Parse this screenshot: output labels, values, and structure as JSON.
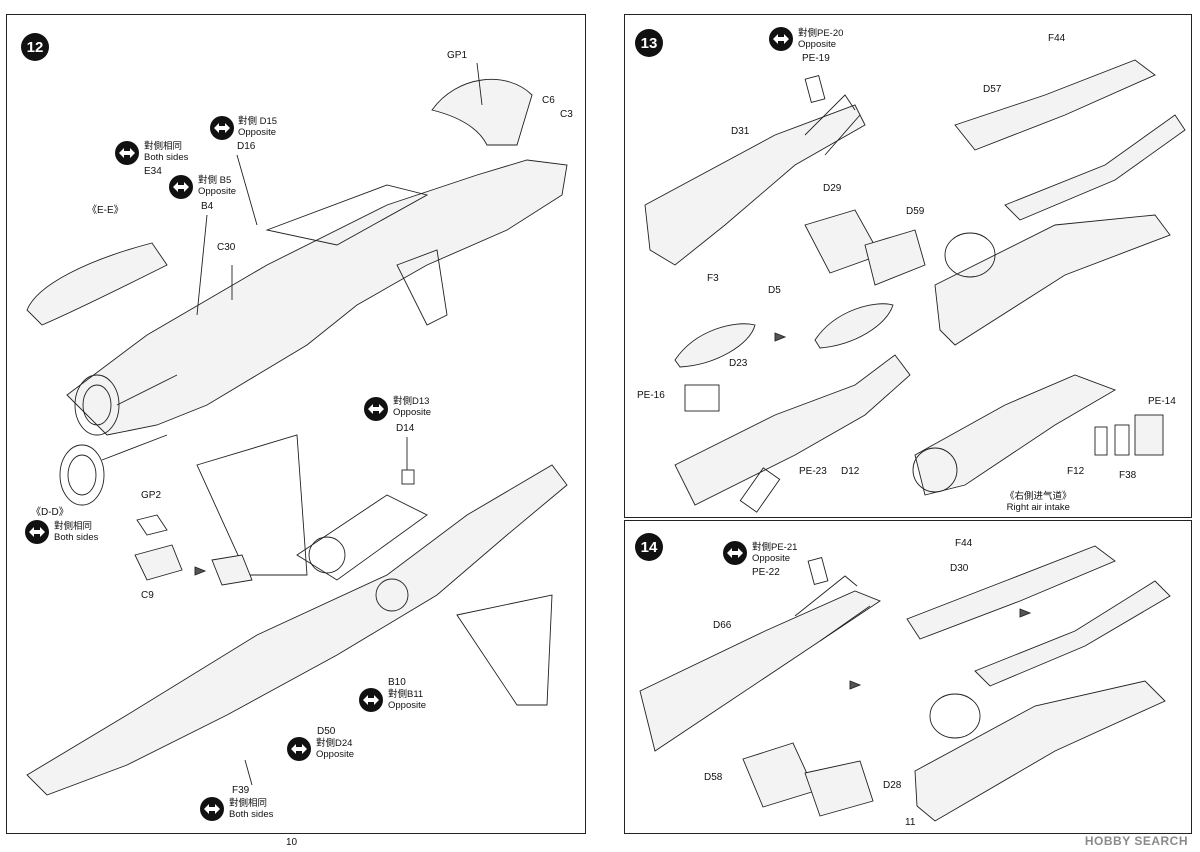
{
  "page_left": {
    "step": "12",
    "page_number": "10",
    "labels": {
      "gp1": "GP1",
      "c6": "C6",
      "c3": "C3",
      "d16": "D16",
      "c30": "C30",
      "b4": "B4",
      "e34": "E34",
      "ee": "《E-E》",
      "dd": "《D-D》",
      "gp2": "GP2",
      "c9": "C9",
      "d14": "D14",
      "b10": "B10",
      "d50": "D50",
      "f39": "F39"
    },
    "notes": [
      {
        "id": "n1",
        "line1": "對側 D15",
        "line2": "Opposite"
      },
      {
        "id": "n2",
        "line1": "對側相同",
        "line2": "Both sides"
      },
      {
        "id": "n3",
        "line1": "對側 B5",
        "line2": "Opposite"
      },
      {
        "id": "n4",
        "line1": "對側D13",
        "line2": "Opposite"
      },
      {
        "id": "n5",
        "line1": "對側相同",
        "line2": "Both sides"
      },
      {
        "id": "n6",
        "line1": "對側B11",
        "line2": "Opposite"
      },
      {
        "id": "n7",
        "line1": "對側D24",
        "line2": "Opposite"
      },
      {
        "id": "n8",
        "line1": "對側相同",
        "line2": "Both sides"
      }
    ]
  },
  "page_right_top": {
    "step": "13",
    "labels": {
      "pe19": "PE-19",
      "f44": "F44",
      "d57": "D57",
      "d31": "D31",
      "d29": "D29",
      "d59": "D59",
      "f3": "F3",
      "d5": "D5",
      "d23": "D23",
      "pe16": "PE-16",
      "pe23": "PE-23",
      "d12": "D12",
      "pe14": "PE-14",
      "f12": "F12",
      "f38": "F38"
    },
    "notes": [
      {
        "id": "m1",
        "line1": "對側PE-20",
        "line2": "Opposite"
      }
    ],
    "intake_cn": "《右側进气道》",
    "intake_en": "Right air intake"
  },
  "page_right_bottom": {
    "step": "14",
    "page_number": "11",
    "labels": {
      "pe22": "PE-22",
      "f44": "F44",
      "d30": "D30",
      "d66": "D66",
      "d58": "D58",
      "d28": "D28"
    },
    "notes": [
      {
        "id": "k1",
        "line1": "對側PE-21",
        "line2": "Opposite"
      }
    ]
  },
  "watermark": "HOBBY SEARCH"
}
